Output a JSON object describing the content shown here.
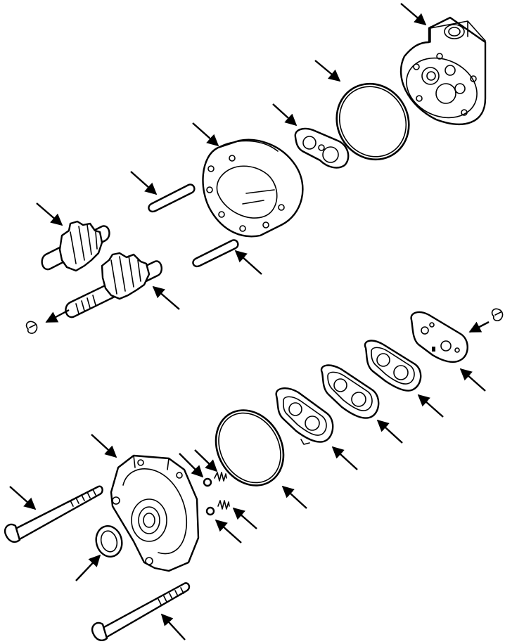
{
  "figure": {
    "parts": [
      {
        "name": "pump-cover"
      },
      {
        "name": "o-ring-upper"
      },
      {
        "name": "wear-plate-upper"
      },
      {
        "name": "gear-housing"
      },
      {
        "name": "dowel-pin-upper"
      },
      {
        "name": "dowel-pin-lower"
      },
      {
        "name": "idler-gear"
      },
      {
        "name": "drive-gear"
      },
      {
        "name": "reference-symbol-left"
      },
      {
        "name": "reference-symbol-right"
      },
      {
        "name": "backup-plate"
      },
      {
        "name": "seal-plate-1"
      },
      {
        "name": "seal-plate-2"
      },
      {
        "name": "seal-plate-3"
      },
      {
        "name": "o-ring-lower"
      },
      {
        "name": "check-ball-upper"
      },
      {
        "name": "spring-upper"
      },
      {
        "name": "check-ball-lower"
      },
      {
        "name": "spring-lower"
      },
      {
        "name": "mounting-flange-body"
      },
      {
        "name": "shaft-seal"
      },
      {
        "name": "bolt-upper"
      },
      {
        "name": "bolt-lower"
      }
    ],
    "line_color": "#000000",
    "background": "#ffffff"
  }
}
